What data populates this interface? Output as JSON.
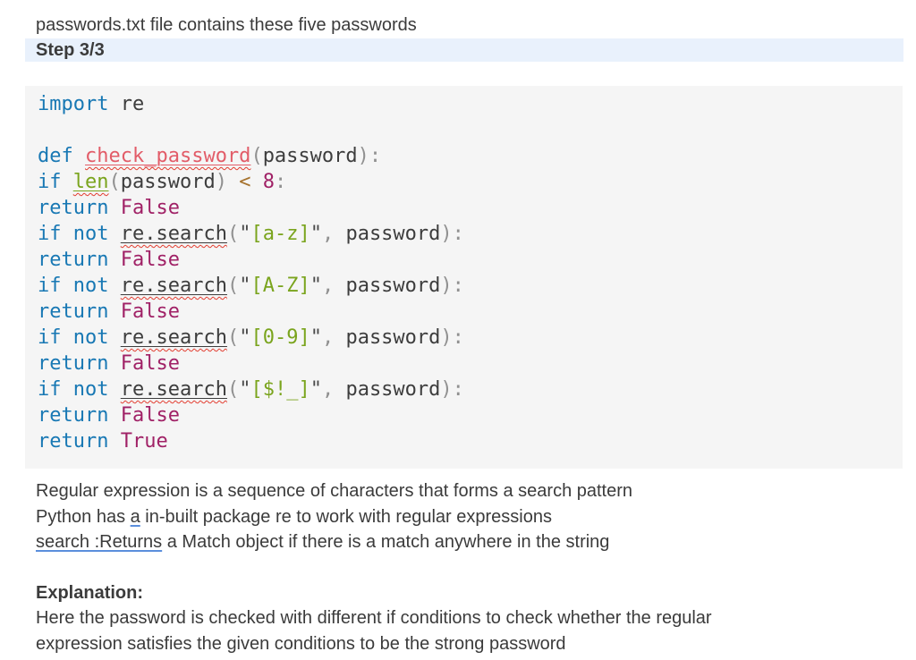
{
  "intro": "passwords.txt file contains these five passwords",
  "step": "Step 3/3",
  "colors": {
    "text": "#3b3b3b",
    "step_banner_bg": "#e9f1fc",
    "code_bg": "#f5f5f5",
    "keyword": "#1878b4",
    "literal": "#a02166",
    "string": "#7aa41d",
    "builtin": "#7aa41d",
    "function_name": "#e25c68",
    "operator": "#a5712c",
    "punctuation": "#909090",
    "quote": "#4a4a4a",
    "plain_code": "#3d3d3d",
    "spellcheck_squiggle": "#e23b2e",
    "grammar_underline": "#5b8edc"
  },
  "code_lines": [
    [
      {
        "t": "import",
        "s": "kw"
      },
      {
        "t": " re",
        "s": "pl"
      }
    ],
    [],
    [
      {
        "t": "def",
        "s": "kw"
      },
      {
        "t": " ",
        "s": "pl"
      },
      {
        "t": "check_password",
        "s": "fn",
        "mark": "misspell"
      },
      {
        "t": "(",
        "s": "pu"
      },
      {
        "t": "password",
        "s": "pl"
      },
      {
        "t": "):",
        "s": "pu"
      }
    ],
    [
      {
        "t": "if",
        "s": "kw"
      },
      {
        "t": " ",
        "s": "pl"
      },
      {
        "t": "len",
        "s": "bi",
        "mark": "misspell"
      },
      {
        "t": "(",
        "s": "pu"
      },
      {
        "t": "password",
        "s": "pl"
      },
      {
        "t": ")",
        "s": "pu"
      },
      {
        "t": " ",
        "s": "pl"
      },
      {
        "t": "<",
        "s": "op"
      },
      {
        "t": " ",
        "s": "pl"
      },
      {
        "t": "8",
        "s": "lit"
      },
      {
        "t": ":",
        "s": "pu"
      }
    ],
    [
      {
        "t": "return",
        "s": "kw"
      },
      {
        "t": " ",
        "s": "pl"
      },
      {
        "t": "False",
        "s": "lit"
      }
    ],
    [
      {
        "t": "if",
        "s": "kw"
      },
      {
        "t": " ",
        "s": "pl"
      },
      {
        "t": "not",
        "s": "kw"
      },
      {
        "t": " ",
        "s": "pl"
      },
      {
        "t": "re.search",
        "s": "call",
        "mark": "misspell"
      },
      {
        "t": "(",
        "s": "pu"
      },
      {
        "t": "\"",
        "s": "q"
      },
      {
        "t": "[a-z]",
        "s": "str"
      },
      {
        "t": "\"",
        "s": "q"
      },
      {
        "t": ",",
        "s": "pu"
      },
      {
        "t": " password",
        "s": "pl"
      },
      {
        "t": "):",
        "s": "pu"
      }
    ],
    [
      {
        "t": "return",
        "s": "kw"
      },
      {
        "t": " ",
        "s": "pl"
      },
      {
        "t": "False",
        "s": "lit"
      }
    ],
    [
      {
        "t": "if",
        "s": "kw"
      },
      {
        "t": " ",
        "s": "pl"
      },
      {
        "t": "not",
        "s": "kw"
      },
      {
        "t": " ",
        "s": "pl"
      },
      {
        "t": "re.search",
        "s": "call",
        "mark": "misspell"
      },
      {
        "t": "(",
        "s": "pu"
      },
      {
        "t": "\"",
        "s": "q"
      },
      {
        "t": "[A-Z]",
        "s": "str"
      },
      {
        "t": "\"",
        "s": "q"
      },
      {
        "t": ",",
        "s": "pu"
      },
      {
        "t": " password",
        "s": "pl"
      },
      {
        "t": "):",
        "s": "pu"
      }
    ],
    [
      {
        "t": "return",
        "s": "kw"
      },
      {
        "t": " ",
        "s": "pl"
      },
      {
        "t": "False",
        "s": "lit"
      }
    ],
    [
      {
        "t": "if",
        "s": "kw"
      },
      {
        "t": " ",
        "s": "pl"
      },
      {
        "t": "not",
        "s": "kw"
      },
      {
        "t": " ",
        "s": "pl"
      },
      {
        "t": "re.search",
        "s": "call",
        "mark": "misspell"
      },
      {
        "t": "(",
        "s": "pu"
      },
      {
        "t": "\"",
        "s": "q"
      },
      {
        "t": "[0-9]",
        "s": "str"
      },
      {
        "t": "\"",
        "s": "q"
      },
      {
        "t": ",",
        "s": "pu"
      },
      {
        "t": " password",
        "s": "pl"
      },
      {
        "t": "):",
        "s": "pu"
      }
    ],
    [
      {
        "t": "return",
        "s": "kw"
      },
      {
        "t": " ",
        "s": "pl"
      },
      {
        "t": "False",
        "s": "lit"
      }
    ],
    [
      {
        "t": "if",
        "s": "kw"
      },
      {
        "t": " ",
        "s": "pl"
      },
      {
        "t": "not",
        "s": "kw"
      },
      {
        "t": " ",
        "s": "pl"
      },
      {
        "t": "re.search",
        "s": "call",
        "mark": "misspell"
      },
      {
        "t": "(",
        "s": "pu"
      },
      {
        "t": "\"",
        "s": "q"
      },
      {
        "t": "[$!_]",
        "s": "str"
      },
      {
        "t": "\"",
        "s": "q"
      },
      {
        "t": ",",
        "s": "pu"
      },
      {
        "t": " password",
        "s": "pl"
      },
      {
        "t": "):",
        "s": "pu"
      }
    ],
    [
      {
        "t": "return",
        "s": "kw"
      },
      {
        "t": " ",
        "s": "pl"
      },
      {
        "t": "False",
        "s": "lit"
      }
    ],
    [
      {
        "t": "return",
        "s": "kw"
      },
      {
        "t": " ",
        "s": "pl"
      },
      {
        "t": "True",
        "s": "lit"
      }
    ]
  ],
  "notes": [
    [
      {
        "t": "Regular expression is a sequence of characters that forms a search pattern"
      }
    ],
    [
      {
        "t": "Python has "
      },
      {
        "t": "a",
        "mark": "grammar"
      },
      {
        "t": " in-built package re to work with regular expressions"
      }
    ],
    [
      {
        "t": "search :Returns",
        "mark": "grammar"
      },
      {
        "t": " a Match object if there is a match anywhere in the string"
      }
    ]
  ],
  "explanation": {
    "heading": "Explanation:",
    "lines": [
      "Here the password is checked with different if conditions to check whether the regular",
      "expression satisfies the given conditions to be the strong password"
    ]
  }
}
